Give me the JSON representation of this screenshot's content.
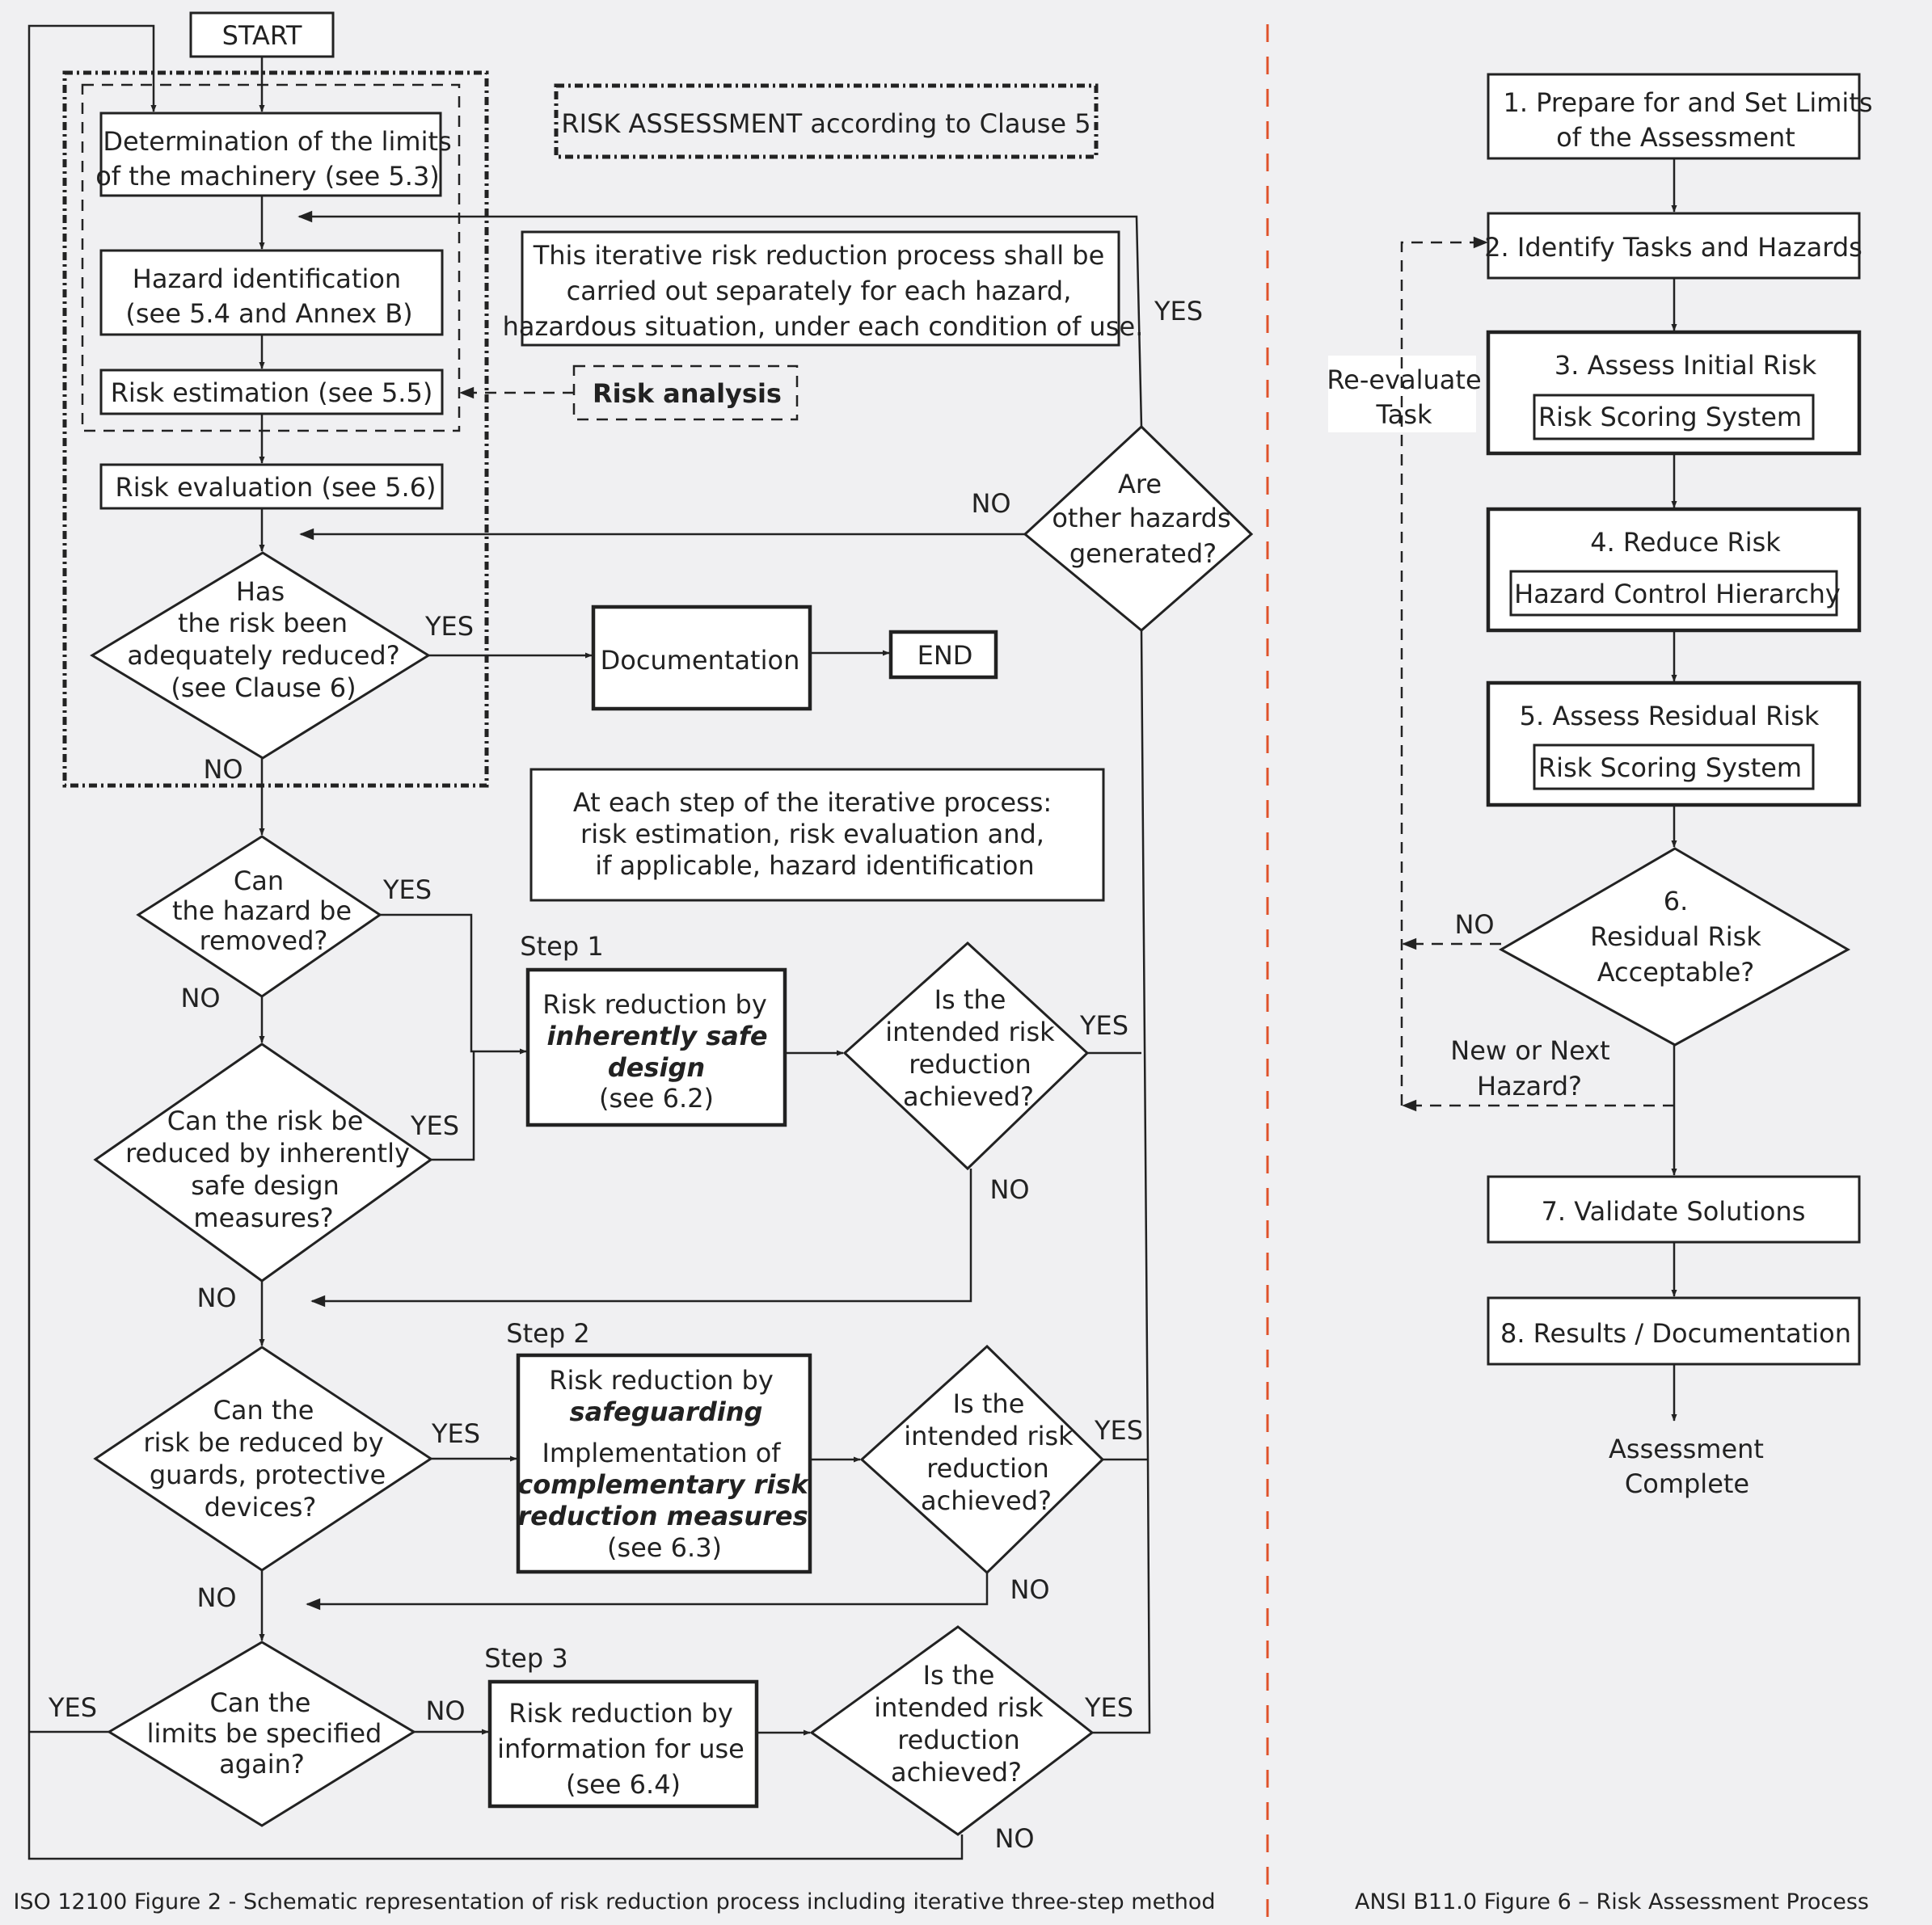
{
  "iso": {
    "start": "START",
    "limits": [
      "Determination of the limits",
      "of the machinery (see 5.3)"
    ],
    "hazard_id": [
      "Hazard identification",
      "(see 5.4 and Annex B)"
    ],
    "risk_est": "Risk estimation (see 5.5)",
    "risk_eval": "Risk evaluation (see 5.6)",
    "risk_assessment": "RISK ASSESSMENT according to Clause 5",
    "iterative_note": [
      "This iterative risk reduction process shall be",
      "carried out separately for each hazard,",
      "hazardous situation, under each condition of use."
    ],
    "risk_analysis": "Risk analysis",
    "adequately": [
      "Has",
      "the risk been",
      "adequately reduced?",
      "(see Clause 6)"
    ],
    "documentation": "Documentation",
    "end": "END",
    "other_hazards": [
      "Are",
      "other hazards",
      "generated?"
    ],
    "each_step": [
      "At each step of the iterative process:",
      "risk estimation, risk evaluation and,",
      "if applicable, hazard identification"
    ],
    "removed": [
      "Can",
      "the hazard be",
      "removed?"
    ],
    "inherent_q": [
      "Can the risk be",
      "reduced by inherently",
      "safe design",
      "measures?"
    ],
    "step1": "Step 1",
    "step1_box": {
      "l1": "Risk reduction by",
      "l2": "inherently safe",
      "l3": "design",
      "l4": "(see 6.2)"
    },
    "achieved": [
      "Is the",
      "intended risk",
      "reduction",
      "achieved?"
    ],
    "guards_q": [
      "Can the",
      "risk be reduced by",
      "guards, protective",
      "devices?"
    ],
    "step2": "Step 2",
    "step2_box": {
      "l1": "Risk reduction by",
      "l2": "safeguarding",
      "l3": "Implementation of",
      "l4": "complementary risk",
      "l5": "reduction measures",
      "l6": "(see 6.3)"
    },
    "limits_q": [
      "Can the",
      "limits be specified",
      "again?"
    ],
    "step3": "Step 3",
    "step3_box": [
      "Risk reduction by",
      "information for use",
      "(see 6.4)"
    ],
    "yes": "YES",
    "no": "NO",
    "caption": "ISO 12100 Figure 2 - Schematic representation of risk reduction process including iterative three-step method"
  },
  "ansi": {
    "s1": [
      "1. Prepare for and Set Limits",
      "of the Assessment"
    ],
    "s2": "2. Identify Tasks and Hazards",
    "s3": "3. Assess Initial Risk",
    "s3_sub": "Risk Scoring System",
    "s4": "4. Reduce Risk",
    "s4_sub": "Hazard Control Hierarchy",
    "s5": "5. Assess Residual Risk",
    "s5_sub": "Risk Scoring System",
    "s6": [
      "6.",
      "Residual Risk",
      "Acceptable?"
    ],
    "reevaluate": [
      "Re-evaluate",
      "Task"
    ],
    "no": "NO",
    "new_hazard": [
      "New or Next",
      "Hazard?"
    ],
    "s7": "7. Validate Solutions",
    "s8": "8. Results / Documentation",
    "complete": [
      "Assessment",
      "Complete"
    ],
    "caption": "ANSI B11.0 Figure 6 – Risk Assessment Process"
  },
  "colors": {
    "separator": "#e0522a",
    "line": "#222222",
    "background": "#f0f0f2"
  }
}
